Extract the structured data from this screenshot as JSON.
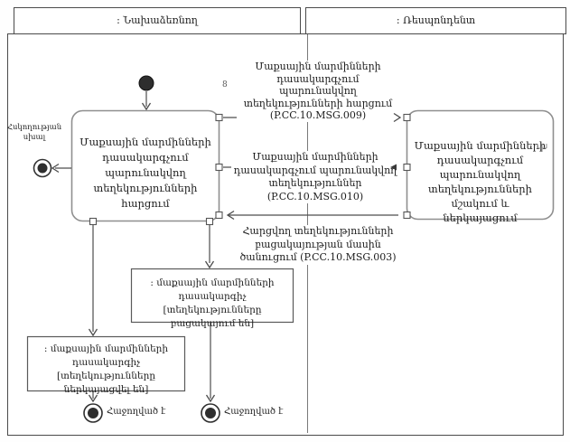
{
  "header": {
    "left_lane": ": Նախաձեռնող",
    "right_lane": ": Ռեսպոնդենտ"
  },
  "activities": {
    "request": "Մաքսային մարմինների\nդասակարգչում\nպարունակվող\nտեղեկությունների հարցում",
    "process": "Մաքսային մարմինների\nդասակարգչում պարունակվող\nտեղեկությունների մշակում և\nներկայացում"
  },
  "messages": {
    "request_msg": "Մաքսային մարմինների\nդասակարգչում պարունակվող\nտեղեկությունների հարցում\n(P.CC.10.MSG.009)",
    "info_msg": "Մաքսային մարմինների\nդասակարգչում պարունակվող\nտեղեկություններ (P.CC.10.MSG.010)",
    "absence_msg": "Հարցվող տեղեկությունների\nբացակայության մասին\nծանուցում (P.CC.10.MSG.003)",
    "marker": "8"
  },
  "objects": {
    "classifier_missing": ": մաքսային մարմինների դասակարգիչ\n[տեղեկությունները բացակայում են]",
    "classifier_presented": ": մաքսային մարմինների\nդասակարգիչ [տեղեկությունները\nներկայացվել են]"
  },
  "labels": {
    "control_error": "Հսկողության\nսխալ",
    "success_left": "Հաջողված է",
    "success_right": "Հաջողված է"
  },
  "colors": {
    "line": "#4d4d4d",
    "activity_border": "#8f8f8f",
    "object_border": "#5a5a5a",
    "node_fill": "#2e2e2e"
  }
}
